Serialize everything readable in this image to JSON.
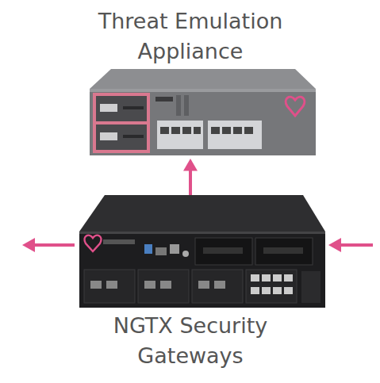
{
  "diagram": {
    "nodes": [
      {
        "text": [
          "Threat Emulation Appliance"
        ]
      },
      {
        "text": [
          "NGTX Security Gateways"
        ]
      }
    ],
    "edges": [
      {
        "from": 1,
        "to": 0,
        "arrow": "to"
      }
    ]
  }
}
